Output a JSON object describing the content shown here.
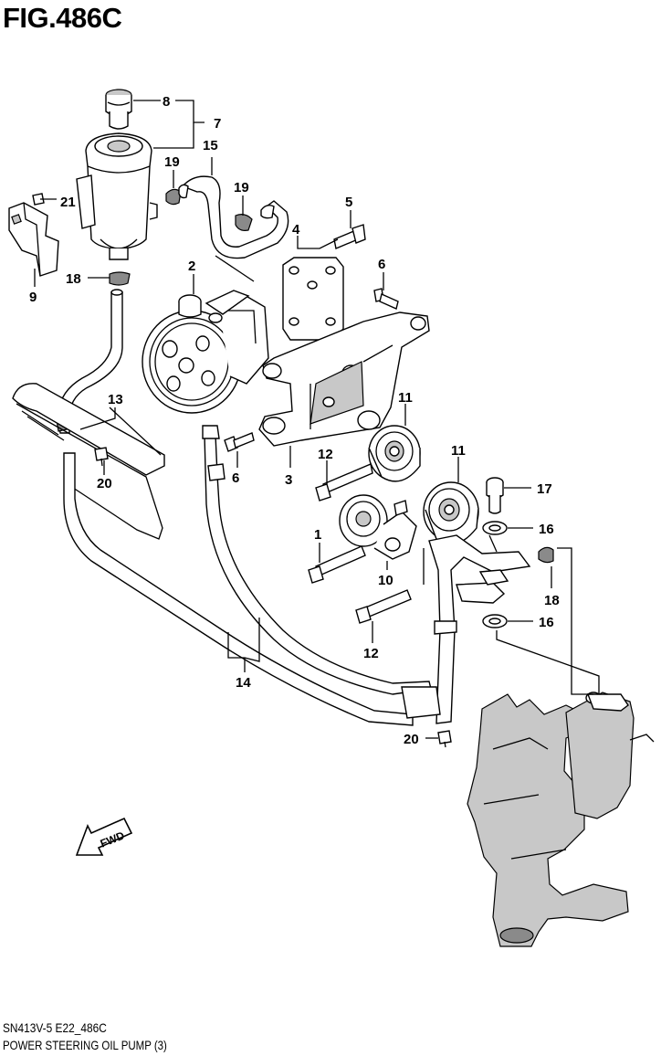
{
  "figure": {
    "title": "FIG.486C",
    "code": "SN413V-5 E22_486C",
    "description": "POWER STEERING OIL PUMP (3)",
    "fwd_label": "FWD"
  },
  "callouts": [
    {
      "id": "c1",
      "label": "1"
    },
    {
      "id": "c2",
      "label": "2"
    },
    {
      "id": "c3",
      "label": "3"
    },
    {
      "id": "c4",
      "label": "4"
    },
    {
      "id": "c5",
      "label": "5"
    },
    {
      "id": "c6a",
      "label": "6"
    },
    {
      "id": "c6b",
      "label": "6"
    },
    {
      "id": "c7",
      "label": "7"
    },
    {
      "id": "c8",
      "label": "8"
    },
    {
      "id": "c9",
      "label": "9"
    },
    {
      "id": "c10",
      "label": "10"
    },
    {
      "id": "c11a",
      "label": "11"
    },
    {
      "id": "c11b",
      "label": "11"
    },
    {
      "id": "c12a",
      "label": "12"
    },
    {
      "id": "c12b",
      "label": "12"
    },
    {
      "id": "c13",
      "label": "13"
    },
    {
      "id": "c14",
      "label": "14"
    },
    {
      "id": "c15",
      "label": "15"
    },
    {
      "id": "c16a",
      "label": "16"
    },
    {
      "id": "c16b",
      "label": "16"
    },
    {
      "id": "c17",
      "label": "17"
    },
    {
      "id": "c18a",
      "label": "18"
    },
    {
      "id": "c18b",
      "label": "18"
    },
    {
      "id": "c19a",
      "label": "19"
    },
    {
      "id": "c19b",
      "label": "19"
    },
    {
      "id": "c20a",
      "label": "20"
    },
    {
      "id": "c20b",
      "label": "20"
    },
    {
      "id": "c21",
      "label": "21"
    }
  ]
}
